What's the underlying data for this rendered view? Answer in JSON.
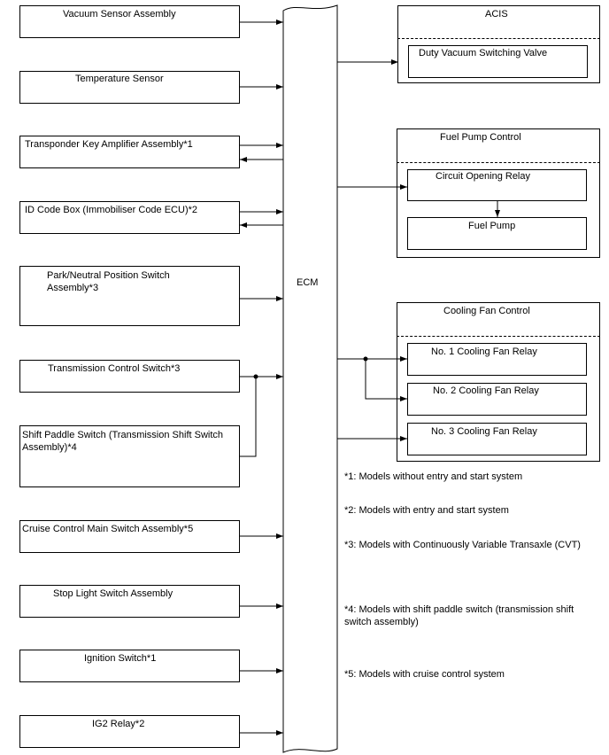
{
  "inputs": [
    {
      "label": "Vacuum Sensor Assembly"
    },
    {
      "label": "Temperature Sensor"
    },
    {
      "label": "Transponder Key Amplifier Assembly*1"
    },
    {
      "label": "ID Code Box (Immobiliser Code ECU)*2"
    },
    {
      "label": "Park/Neutral Position Switch Assembly*3"
    },
    {
      "label": "Transmission Control Switch*3"
    },
    {
      "label": "Shift Paddle Switch (Transmission Shift Switch Assembly)*4"
    },
    {
      "label": "Cruise Control Main Switch Assembly*5"
    },
    {
      "label": "Stop Light Switch Assembly"
    },
    {
      "label": "Ignition Switch*1"
    },
    {
      "label": "IG2 Relay*2"
    }
  ],
  "ecm": {
    "label": "ECM"
  },
  "acis": {
    "title": "ACIS",
    "valve": "Duty Vacuum Switching Valve"
  },
  "fuel": {
    "title": "Fuel Pump Control",
    "relay": "Circuit Opening Relay",
    "pump": "Fuel Pump"
  },
  "cooling": {
    "title": "Cooling Fan Control",
    "relay1": "No. 1 Cooling Fan Relay",
    "relay2": "No. 2 Cooling Fan Relay",
    "relay3": "No. 3 Cooling Fan Relay"
  },
  "notes": [
    "*1: Models without entry and start system",
    "*2: Models with entry and start system",
    "*3: Models with Continuously Variable Transaxle (CVT)",
    "*4: Models with shift paddle switch (transmission shift switch assembly)",
    "*5: Models with cruise control system"
  ]
}
